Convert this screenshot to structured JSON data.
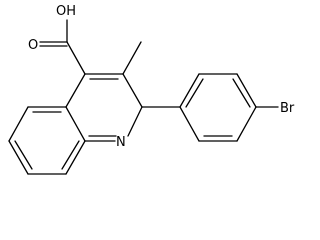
{
  "molecule": {
    "atom_labels": {
      "hydroxyl": "OH",
      "carbonyl_oxygen": "O",
      "ring_nitrogen": "N",
      "bromine": "Br"
    }
  }
}
